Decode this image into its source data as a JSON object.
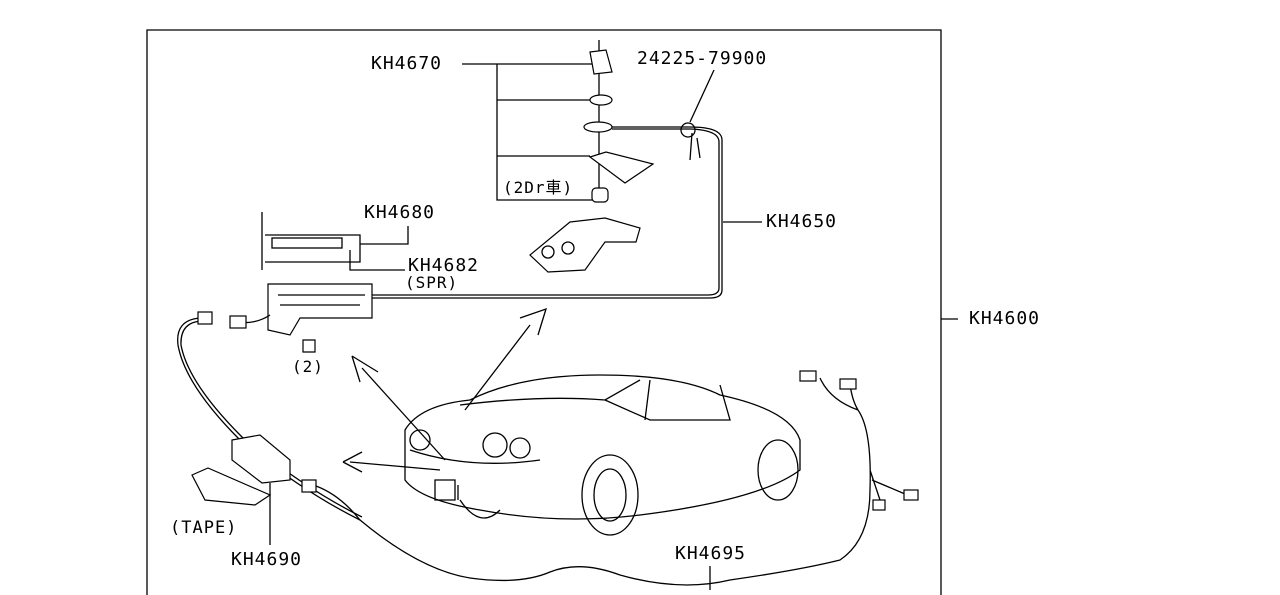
{
  "diagram": {
    "labels": {
      "kh4670": "KH4670",
      "p24225": "24225-79900",
      "dr2": "(2Dr車)",
      "kh4680": "KH4680",
      "kh4650": "KH4650",
      "kh4682": "KH4682",
      "spr": "(SPR)",
      "qty2": "(2)",
      "kh4600": "KH4600",
      "tape": "(TAPE)",
      "kh4690": "KH4690",
      "kh4695": "KH4695"
    }
  }
}
